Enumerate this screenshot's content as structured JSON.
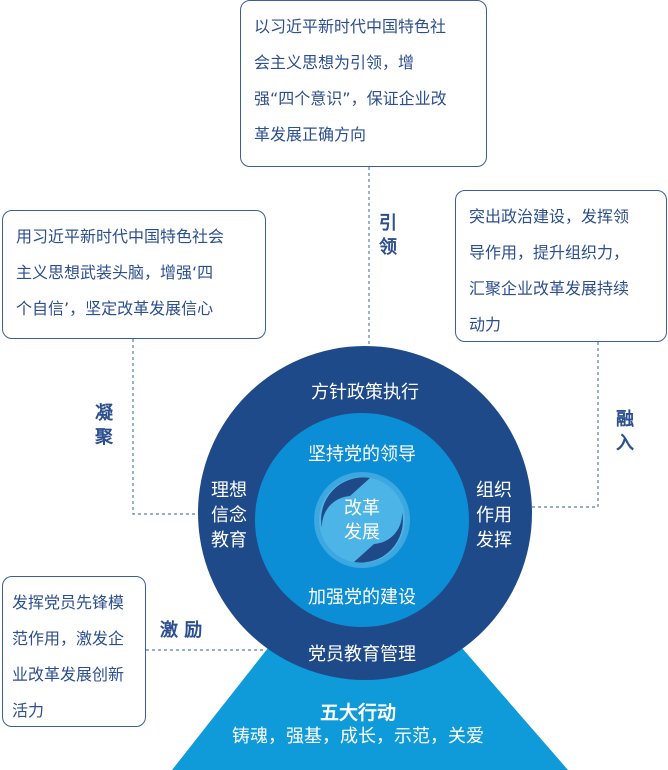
{
  "boxes": {
    "top": [
      "以习近平新时代中国特色社",
      "会主义思想为引领，增",
      "强“四个意识”，保证企业改",
      "革发展正确方向"
    ],
    "left": [
      "用习近平新时代中国特色社会",
      "主义思想武装头脑，增强‘四",
      "个自信’，坚定改革发展信心"
    ],
    "right": [
      "突出政治建设，发挥领",
      "导作用，提升组织力，",
      "汇聚企业改革发展持续",
      "动力"
    ],
    "bottom_left": [
      "发挥党员先锋模",
      "范作用，激发企",
      "业改革发展创新",
      "活力"
    ]
  },
  "labels": {
    "lead": [
      "引",
      "领"
    ],
    "gather": [
      "凝",
      "聚"
    ],
    "merge": [
      "融",
      "入"
    ],
    "inspire": "激 励"
  },
  "circle": {
    "outer_top": "方针政策执行",
    "outer_bottom": "党员教育管理",
    "outer_left": [
      "理想",
      "信念",
      "教育"
    ],
    "outer_right": [
      "组织",
      "作用",
      "发挥"
    ],
    "inner_top": "坚持党的领导",
    "inner_bottom": "加强党的建设",
    "core": [
      "改革",
      "发展"
    ]
  },
  "base": {
    "title": "五大行动",
    "subtitle": "铸魂，强基，成长，示范，关爱"
  },
  "colors": {
    "outer": "#1f4a8a",
    "inner": "#0c8ed6",
    "core": "#4db4e8",
    "triangle": "#0f9bd9",
    "text": "#2c4f8f"
  }
}
